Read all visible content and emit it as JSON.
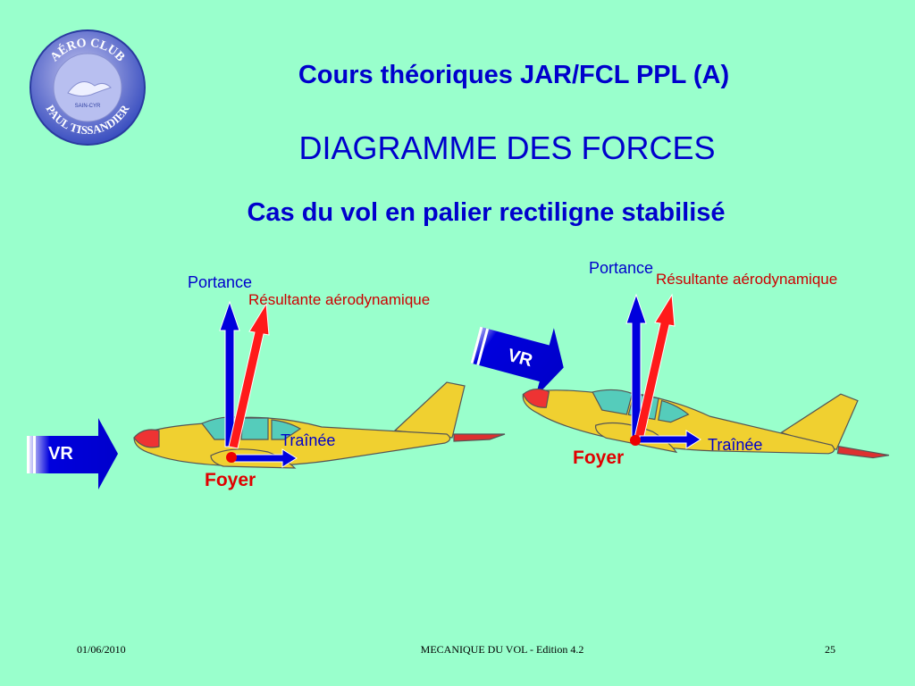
{
  "header": {
    "course_title": "Cours théoriques JAR/FCL PPL (A)",
    "slide_title": "DIAGRAMME DES FORCES",
    "subtitle": "Cas du vol en palier rectiligne stabilisé"
  },
  "logo": {
    "top_text": "AÉRO CLUB",
    "bottom_text": "PAUL TISSANDIER",
    "center_text": "SAIN-CYR"
  },
  "diagram_left": {
    "vr_label": "VR",
    "portance_label": "Portance",
    "resultante_label": "Résultante aérodynamique",
    "trainee_label": "Traînée",
    "foyer_label": "Foyer"
  },
  "diagram_right": {
    "vr_label": "VR",
    "portance_label": "Portance",
    "resultante_label": "Résultante aérodynamique",
    "trainee_label": "Traînée",
    "foyer_label": "Foyer"
  },
  "footer": {
    "date": "01/06/2010",
    "center": "MECANIQUE DU VOL - Edition 4.2",
    "page": "25"
  },
  "colors": {
    "background": "#99ffcc",
    "title_blue": "#0000cc",
    "label_red": "#cc0000",
    "arrow_blue": "#0000dd",
    "arrow_red": "#ff1a1a",
    "plane_yellow": "#f0d030",
    "canopy": "#55ccbb"
  }
}
